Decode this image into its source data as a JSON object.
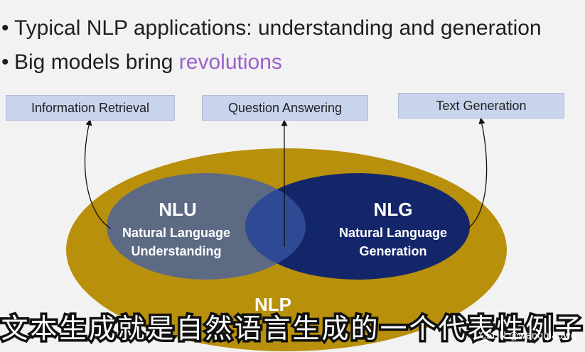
{
  "bullets": [
    {
      "text": "Typical NLP applications: understanding and generation"
    },
    {
      "text": "Big models bring ",
      "accent": "revolutions"
    }
  ],
  "labels": {
    "information_retrieval": "Information Retrieval",
    "question_answering": "Question Answering",
    "text_generation": "Text Generation"
  },
  "nlp": {
    "title": "NLP"
  },
  "nlu": {
    "title": "NLU",
    "line1": "Natural Language",
    "line2": "Understanding"
  },
  "nlg": {
    "title": "NLG",
    "line1": "Natural Language",
    "line2": "Generation"
  },
  "subtitle": "文本生成就是自然语言生成的一个代表性例子",
  "watermark": "CSDN @wangqiaowq",
  "colors": {
    "nlp_ellipse": "#b8900c",
    "nlu_ellipse": "#5d6a84",
    "nlg_ellipse": "#14266a",
    "overlap": "#2f4a94",
    "label_box": "#c8d3ec",
    "accent": "#9c61c9"
  }
}
